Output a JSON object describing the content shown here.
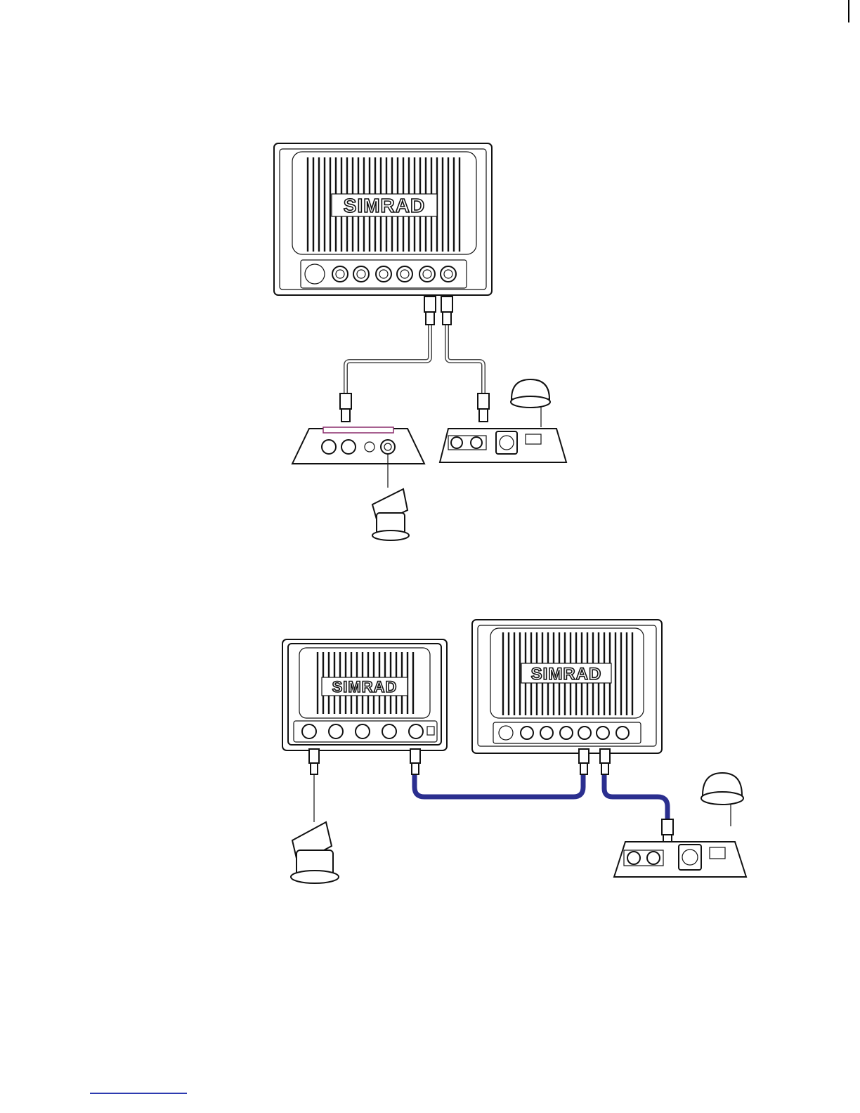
{
  "figures": [
    {
      "id": "single-display",
      "display_brand": "SIMRAD"
    },
    {
      "id": "two-displays",
      "display_brands": [
        "SIMRAD",
        "SIMRAD"
      ]
    }
  ],
  "colors": {
    "ethernet_cable": "#2b2f8f",
    "footer_link": "#2d3bb0",
    "outline": "#111111"
  }
}
